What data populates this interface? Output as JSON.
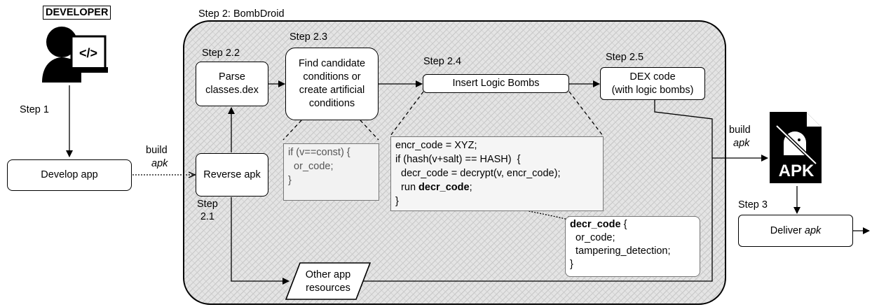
{
  "developer": {
    "label": "DEVELOPER",
    "icon": "developer-coding-icon"
  },
  "step_labels": {
    "step1": "Step 1",
    "step2": "Step 2: BombDroid",
    "step2_1": "Step\n2.1",
    "step2_2": "Step 2.2",
    "step2_3": "Step 2.3",
    "step2_4": "Step 2.4",
    "step2_5": "Step 2.5",
    "step3": "Step 3"
  },
  "boxes": {
    "develop_app": "Develop app",
    "reverse_apk": "Reverse apk",
    "parse_dex": "Parse\nclasses.dex",
    "find_conditions": "Find candidate\nconditions or\ncreate artificial\nconditions",
    "insert_bombs": "Insert Logic Bombs",
    "dex_code": "DEX code\n(with logic bombs)",
    "other_resources": "Other app\nresources",
    "deliver_prefix": "Deliver ",
    "deliver_apk": "apk"
  },
  "edge_labels": {
    "build_left": "build",
    "apk_left": "apk",
    "build_right": "build",
    "apk_right": "apk"
  },
  "code_condition": {
    "line1": "if (v==const) {",
    "line2": "  or_code;",
    "line3": "}"
  },
  "code_bomb": {
    "line1": "encr_code = XYZ;",
    "line2": "if (hash(v+salt) == HASH)  {",
    "line3": "  decr_code = decrypt(v, encr_code);",
    "line4_prefix": "  run ",
    "line4_bold": "decr_code",
    "line4_suffix": ";",
    "line5": "}"
  },
  "code_decrypted": {
    "line1_bold": "decr_code",
    "line1_suffix": " {",
    "line2": "  or_code;",
    "line3": "  tampering_detection;",
    "line4": "}"
  },
  "apk_file": {
    "icon": "apk-file-icon",
    "text": "APK"
  },
  "colors": {
    "region_fill": "#d6d6d6",
    "stroke": "#000000",
    "code_text_gray": "#555555"
  }
}
